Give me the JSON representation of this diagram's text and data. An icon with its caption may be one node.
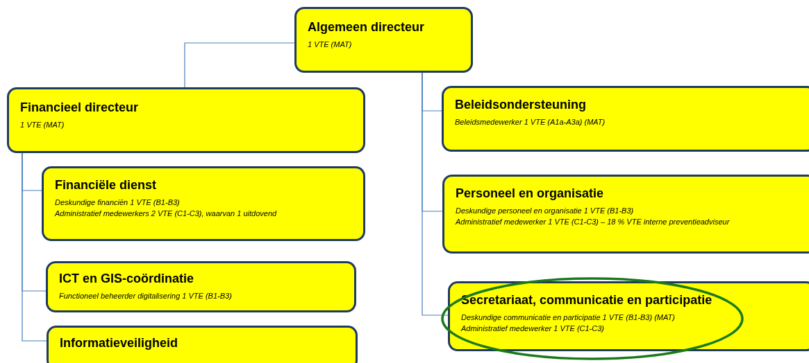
{
  "diagram": {
    "nodes": [
      {
        "text": [
          "Algemeen directeur",
          "1 VTE (MAT)"
        ]
      },
      {
        "text": [
          "Financieel directeur",
          "1 VTE (MAT)"
        ]
      },
      {
        "text": [
          "Financiële dienst",
          "Deskundige financiën 1 VTE (B1-B3)",
          "Administratief medewerkers 2 VTE (C1-C3), waarvan 1 uitdovend"
        ]
      },
      {
        "text": [
          "ICT en GIS-coördinatie",
          "Functioneel beheerder digitalisering 1 VTE (B1-B3)"
        ]
      },
      {
        "text": [
          "Informatieveiligheid"
        ]
      },
      {
        "text": [
          "Beleidsondersteuning",
          "Beleidsmedewerker 1 VTE (A1a-A3a) (MAT)"
        ]
      },
      {
        "text": [
          "Personeel en organisatie",
          "Deskundige personeel en organisatie 1 VTE (B1-B3)",
          "Administratief medewerker 1 VTE (C1-C3) – 18 % VTE interne preventieadviseur"
        ]
      },
      {
        "text": [
          "Secretariaat, communicatie en participatie",
          "Deskundige communicatie en participatie 1 VTE (B1-B3) (MAT)",
          "Administratief medewerker 1 VTE (C1-C3)"
        ]
      }
    ],
    "edges": [
      {
        "from": 0,
        "to": 1,
        "arrow": "none"
      },
      {
        "from": 0,
        "to": 5,
        "arrow": "none"
      },
      {
        "from": 0,
        "to": 6,
        "arrow": "none"
      },
      {
        "from": 0,
        "to": 7,
        "arrow": "none"
      },
      {
        "from": 1,
        "to": 2,
        "arrow": "none"
      },
      {
        "from": 1,
        "to": 3,
        "arrow": "none"
      },
      {
        "from": 1,
        "to": 4,
        "arrow": "none"
      }
    ]
  }
}
